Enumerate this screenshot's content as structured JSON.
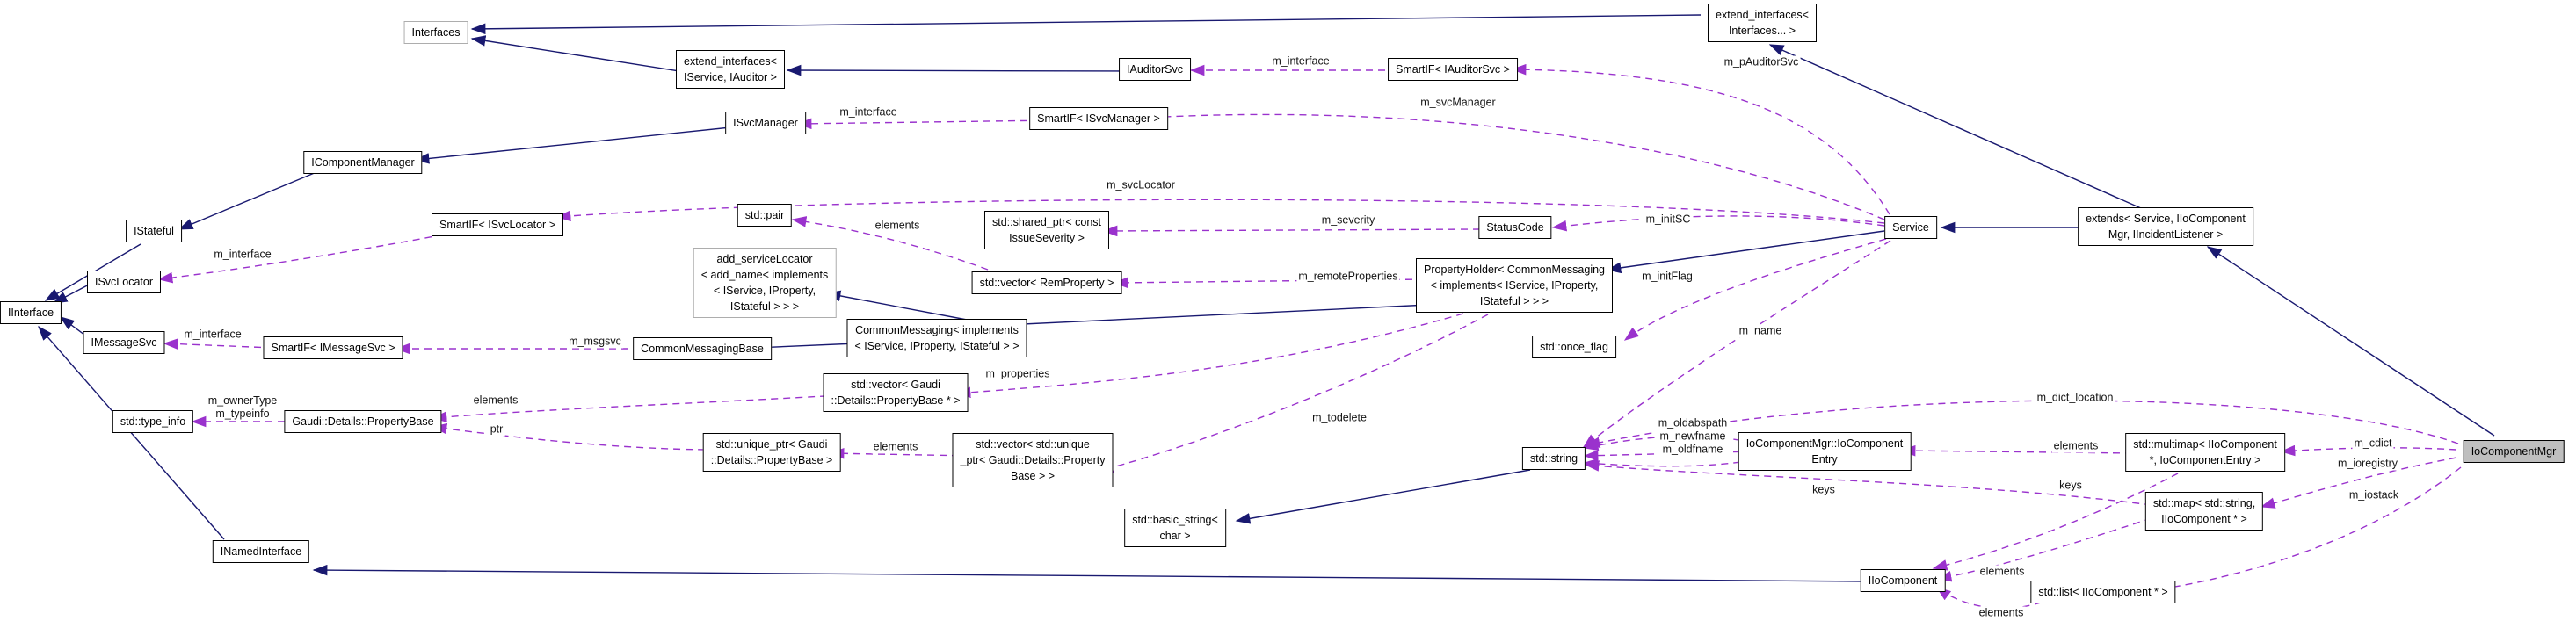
{
  "main_class": "IoComponentMgr",
  "colors": {
    "background": "#ffffff",
    "inheritance_edge": "#191970",
    "usage_edge": "#9a32cd",
    "node_border": "#000000",
    "external_node_border": "#adadad",
    "main_node_fill": "#bfbfbf",
    "label_text": "#141414"
  },
  "nodes": {
    "interfaces": {
      "label": "Interfaces"
    },
    "extintf_svc_auditor": {
      "label": "extend_interfaces<\nIService, IAuditor >"
    },
    "iauditorsvc": {
      "label": "IAuditorSvc"
    },
    "smartif_iauditorsvc": {
      "label": "SmartIF< IAuditorSvc >"
    },
    "extintf_interfaces": {
      "label": "extend_interfaces<\nInterfaces... >"
    },
    "isvcmanager": {
      "label": "ISvcManager"
    },
    "smartif_isvcmanager": {
      "label": "SmartIF< ISvcManager >"
    },
    "icomponentmanager": {
      "label": "IComponentManager"
    },
    "istateful": {
      "label": "IStateful"
    },
    "smartif_isvclocator": {
      "label": "SmartIF< ISvcLocator >"
    },
    "stdpair": {
      "label": "std::pair"
    },
    "isvclocator": {
      "label": "ISvcLocator"
    },
    "iinterface": {
      "label": "IInterface"
    },
    "imessagesvc": {
      "label": "IMessageSvc"
    },
    "smartif_imessagesvc": {
      "label": "SmartIF< IMessageSvc >"
    },
    "add_servicelocator": {
      "label": "add_serviceLocator\n< add_name< implements\n< IService, IProperty,\nIStateful > > >"
    },
    "sharedptr_severity": {
      "label": "std::shared_ptr< const\nIssueSeverity >"
    },
    "vector_remproperty": {
      "label": "std::vector< RemProperty >"
    },
    "statuscode": {
      "label": "StatusCode"
    },
    "propertyholder": {
      "label": "PropertyHolder< CommonMessaging\n< implements< IService, IProperty,\nIStateful > > >"
    },
    "service": {
      "label": "Service"
    },
    "extends_service": {
      "label": "extends< Service, IIoComponent\nMgr, IIncidentListener >"
    },
    "commonmessagingbase": {
      "label": "CommonMessagingBase"
    },
    "commonmessaging": {
      "label": "CommonMessaging< implements\n< IService, IProperty, IStateful > >"
    },
    "once_flag": {
      "label": "std::once_flag"
    },
    "type_info": {
      "label": "std::type_info"
    },
    "propertybase": {
      "label": "Gaudi::Details::PropertyBase"
    },
    "vector_propertybase": {
      "label": "std::vector< Gaudi\n::Details::PropertyBase * >"
    },
    "unique_ptr_pb": {
      "label": "std::unique_ptr< Gaudi\n::Details::PropertyBase >"
    },
    "vector_uniqueptr": {
      "label": "std::vector< std::unique\n_ptr< Gaudi::Details::Property\nBase > >"
    },
    "stdstring": {
      "label": "std::string"
    },
    "basic_string": {
      "label": "std::basic_string<\nchar >"
    },
    "iocomponententry": {
      "label": "IoComponentMgr::IoComponent\nEntry"
    },
    "multimap_iio": {
      "label": "std::multimap< IIoComponent\n*, IoComponentEntry >"
    },
    "map_string_iio": {
      "label": "std::map< std::string,\nIIoComponent * >"
    },
    "iocomponentmgr": {
      "label": "IoComponentMgr"
    },
    "inamedinterface": {
      "label": "INamedInterface"
    },
    "iiocomponent": {
      "label": "IIoComponent"
    },
    "list_iiocomponent": {
      "label": "std::list< IIoComponent * >"
    }
  },
  "edge_labels": {
    "m_interface_auditor": {
      "text": "m_interface"
    },
    "m_pauditorsvc": {
      "text": "m_pAuditorSvc"
    },
    "m_svcmanager": {
      "text": "m_svcManager"
    },
    "m_interface_svcmanager": {
      "text": "m_interface"
    },
    "m_svclocator": {
      "text": "m_svcLocator"
    },
    "m_interface_svclocator": {
      "text": "m_interface"
    },
    "elements_pair": {
      "text": "elements"
    },
    "m_severity": {
      "text": "m_severity"
    },
    "m_initsc": {
      "text": "m_initSC"
    },
    "m_remoteproperties": {
      "text": "m_remoteProperties"
    },
    "m_initflag": {
      "text": "m_initFlag"
    },
    "m_interface_messagesvc": {
      "text": "m_interface"
    },
    "m_msgsvc": {
      "text": "m_msgsvc"
    },
    "m_name": {
      "text": "m_name"
    },
    "m_properties": {
      "text": "m_properties"
    },
    "m_todelete": {
      "text": "m_todelete"
    },
    "ownertype_typeinfo": {
      "text": "m_ownerType\nm_typeinfo"
    },
    "elements_propertybase": {
      "text": "elements"
    },
    "ptr": {
      "text": "ptr"
    },
    "elements_uniqueptr": {
      "text": "elements"
    },
    "path_fields": {
      "text": "m_oldabspath\nm_newfname\nm_oldfname"
    },
    "m_dict_location": {
      "text": "m_dict_location"
    },
    "elements_entry": {
      "text": "elements"
    },
    "m_cdict": {
      "text": "m_cdict"
    },
    "m_ioregistry": {
      "text": "m_ioregistry"
    },
    "keys_string": {
      "text": "keys"
    },
    "keys_iio": {
      "text": "keys"
    },
    "m_iostack": {
      "text": "m_iostack"
    },
    "elements_iio_map": {
      "text": "elements"
    },
    "elements_iio_list": {
      "text": "elements"
    }
  }
}
